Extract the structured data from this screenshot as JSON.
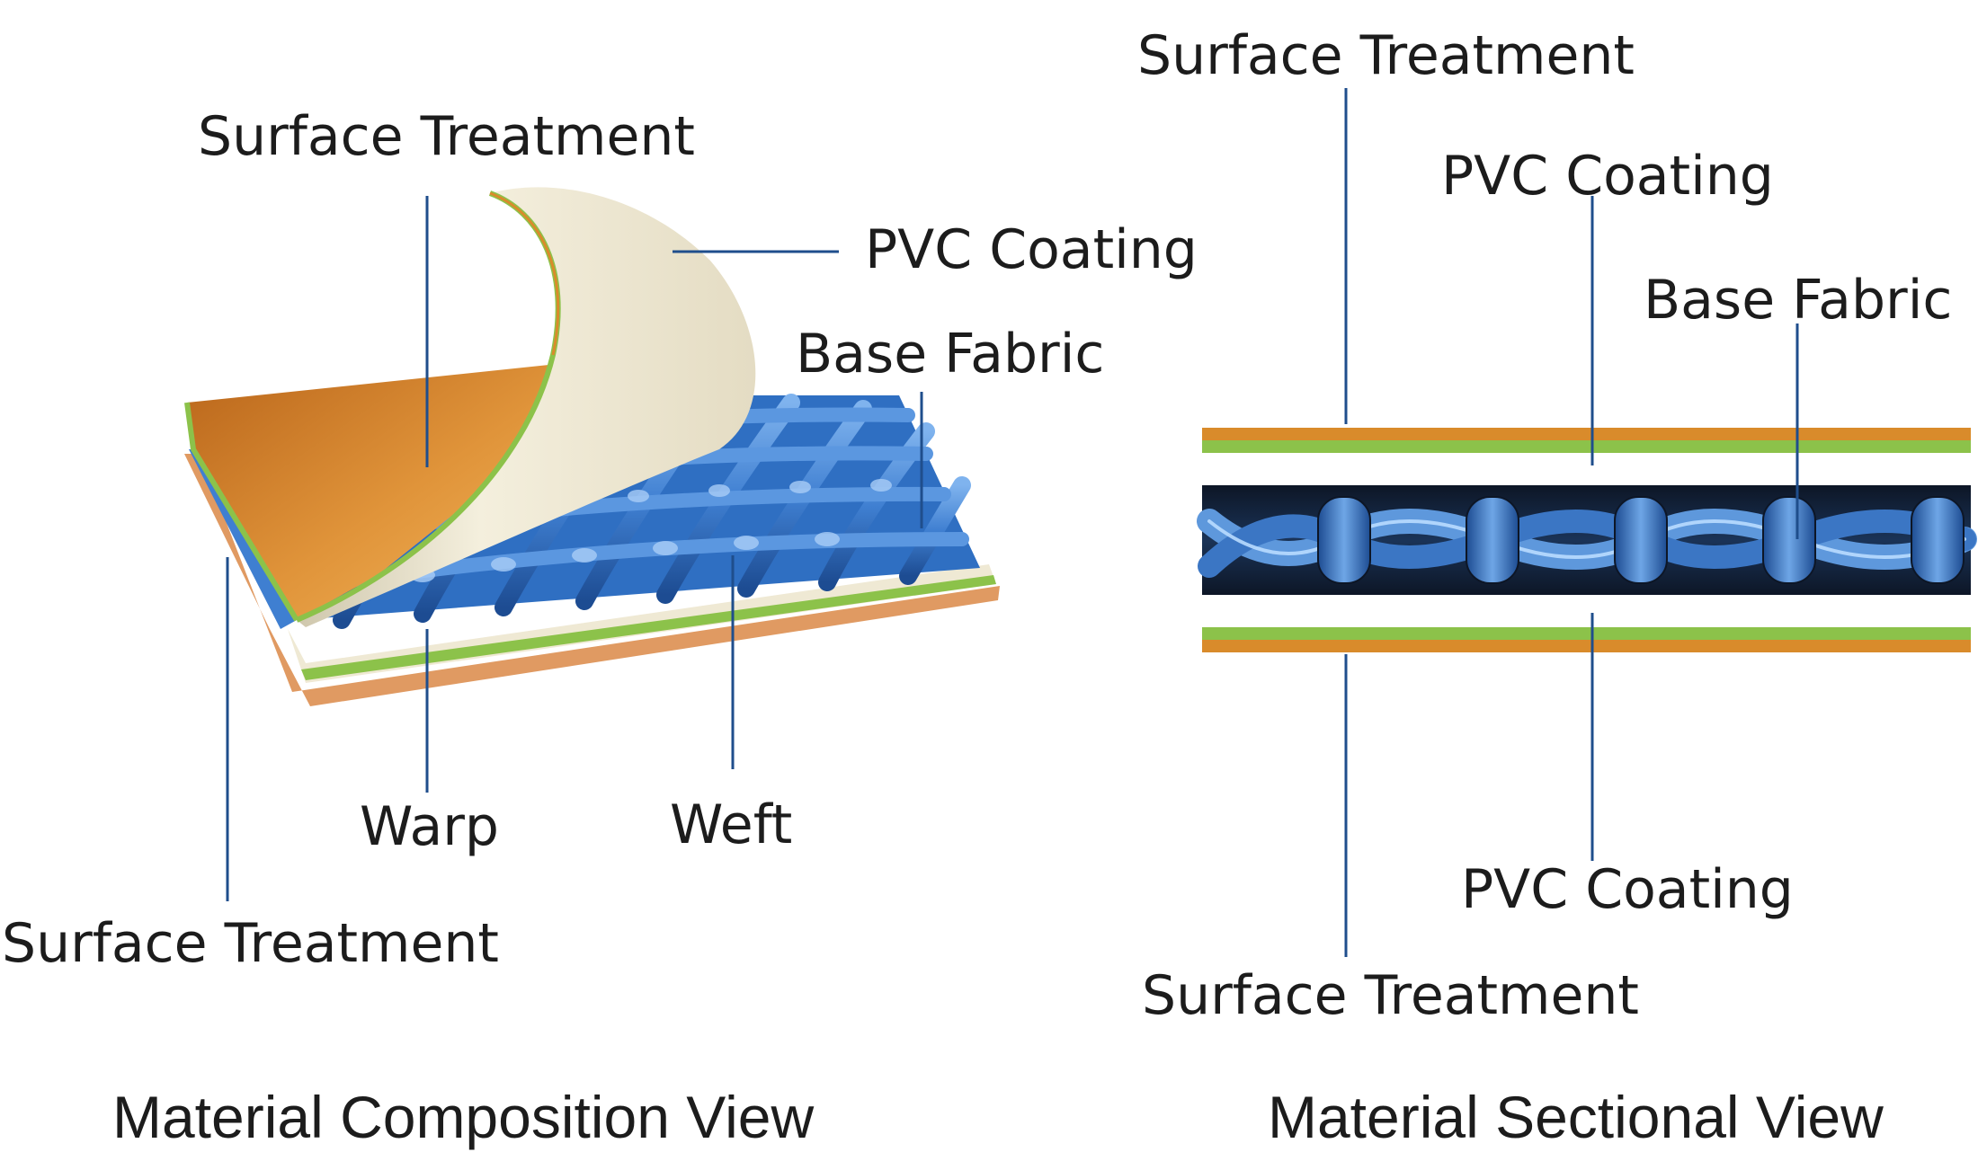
{
  "composition_view": {
    "caption": "Material Composition View",
    "labels": {
      "surface_treatment_top": "Surface Treatment",
      "pvc_coating": "PVC Coating",
      "base_fabric": "Base Fabric",
      "warp": "Warp",
      "weft": "Weft",
      "surface_treatment_bottom": "Surface Treatment"
    }
  },
  "sectional_view": {
    "caption": "Material Sectional View",
    "labels": {
      "surface_treatment_top": "Surface Treatment",
      "pvc_coating_top": "PVC Coating",
      "base_fabric": "Base Fabric",
      "pvc_coating_bottom": "PVC Coating",
      "surface_treatment_bottom": "Surface Treatment"
    }
  },
  "colors": {
    "leader_line": "#1f4e8c",
    "surface_orange": "#d98b2b",
    "pvc_green": "#8cc24a",
    "coating_cream": "#efe9d4",
    "fabric_blue": "#3f7fd1",
    "fabric_dark": "#0d1626"
  }
}
